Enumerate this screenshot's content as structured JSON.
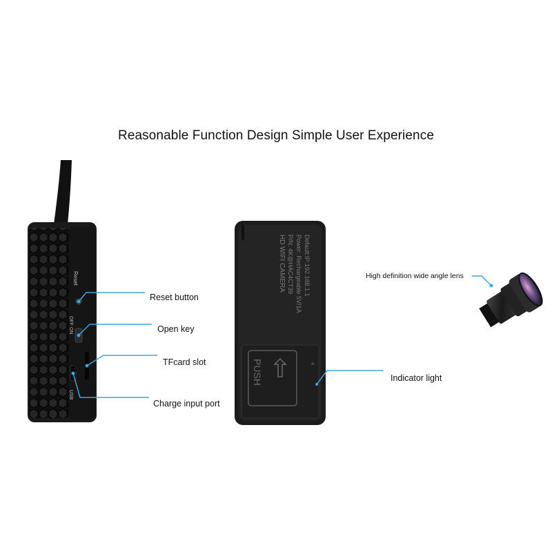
{
  "title": "Reasonable Function Design Simple User Experience",
  "callouts": {
    "reset": "Reset button",
    "open": "Open key",
    "tf": "TFcard slot",
    "charge": "Charge input port",
    "lens": "High definition wide angle lens",
    "indicator": "Indicator light"
  },
  "device_side_labels": {
    "reset": "Reset",
    "off_on": "OFF ON",
    "usb": "USB"
  },
  "back_panel": {
    "line1": "HD WIFI CAMERA",
    "line2": "P/N: 4K@HAC4CT39",
    "line3": "Power: Rechargeable 5V/1A",
    "line4": "Default:IP:192.168.1.1",
    "push": "PUSH"
  },
  "colors": {
    "device": "#1a1a1a",
    "callout_line": "#3aa7e0",
    "text": "#111111"
  }
}
